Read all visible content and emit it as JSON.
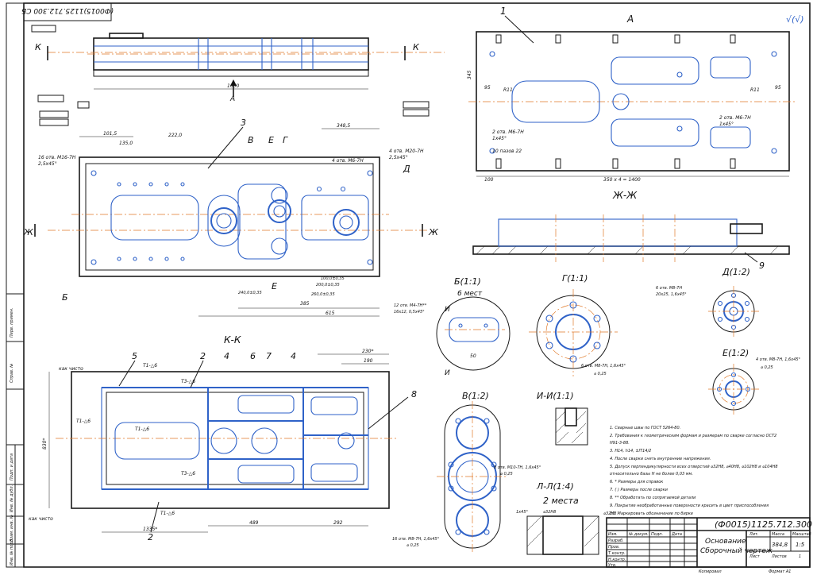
{
  "stamp": {
    "designation": "(Ф0015)1125.712.300 СБ",
    "name_line1": "Основание",
    "name_line2": "Сборочный чертеж",
    "mass": "384,8",
    "scale": "1:5",
    "sheet_label": "Лист",
    "sheets_label": "Листов",
    "sheet_count": "1",
    "mass_label": "Масса",
    "scale_label": "Масштаб",
    "lit_label": "Лит.",
    "rows": [
      "Изм.",
      "Лист",
      "№ докум.",
      "Подп.",
      "Дата"
    ],
    "roles": [
      "Разраб.",
      "Пров.",
      "Т.контр.",
      "Н.контр.",
      "Утв."
    ],
    "kopiroval": "Копировал",
    "format": "Формат   A1"
  },
  "top_left_designation": "(Ф0015)1125.712.300 СБ",
  "roughness_mark": "√(√)",
  "views": {
    "A": "A",
    "KK": "К-К",
    "ZhZh": "Ж-Ж",
    "B": "Б(1:1)",
    "B_sub": "6 мест",
    "G": "Г(1:1)",
    "D": "Д(1:2)",
    "E": "Е(1:2)",
    "V": "В(1:2)",
    "II": "И-И(1:1)",
    "LL": "Л-Л(1:4)",
    "LL_sub": "2 места"
  },
  "positions": [
    "1",
    "2",
    "3",
    "4",
    "5",
    "6",
    "7",
    "8",
    "9"
  ],
  "top_dims": {
    "d1600": "1600",
    "d345": "345",
    "d95": "95",
    "d100": "100",
    "d350x4": "350 х 4 = 1400",
    "holes_top": "2 отв. М6-7Н",
    "chamfer_top": "1х45°",
    "slots": "10 пазов 22",
    "r11": "R11"
  },
  "plan_dims": {
    "d3485": "348,5",
    "d1015": "101,5",
    "d1352": "135,0",
    "d2220": "222,0",
    "holes16": "16 отв. М16-7Н",
    "ch25": "2,5х45°",
    "holes4": "4 отв. М20-7Н",
    "ch25b": "2,5х45°",
    "holesM6": "4 отв. М6-7Н",
    "d385": "385",
    "d615": "615",
    "d240": "240,0±0,35",
    "d260": "260,0±0,35",
    "d200": "200,0±0,35",
    "d100": "100,0±0,35"
  },
  "kk_dims": {
    "d1335": "1335*",
    "d489": "489",
    "d292": "292",
    "d230": "230*",
    "d190": "190",
    "d830": "830*",
    "weld_t1": "Т1-△6",
    "weld_t3": "Т3-△6",
    "kak_chisto": "как чисто"
  },
  "notes": [
    "1. Сварные швы по ГОСТ 5264-80.",
    "2. Требования к геометрическим формам и размерам по сварке согласно ОСТ2",
    "   Н91-3-88.",
    "3. Н14, h14, ±IT14/2",
    "4. После сварки снять внутренние напряжения.",
    "5. Допуск перпендикулярности всех отверстий ⌀32Н8, ⌀40Н8, ⌀102Н8 и ⌀104Н8",
    "   относительно базы Н не более 0,03 мм.",
    "6. * Размеры для справок",
    "7. ( ) Размеры после сварки",
    "8. ** Обработать по сопрягаемой детали",
    "9. Покрытие необработанные поверхности красить в цвет приспособления",
    "10. Маркировать обозначение по бирке"
  ],
  "side_strip": [
    "Перв. примен.",
    "Справ. №",
    "Подп. и дата",
    "Инв. № дубл.",
    "Взам. инв. №",
    "Подп. и дата",
    "Инв. № подл."
  ],
  "detail_labels": {
    "g_holes": "6 отв. М8-7Н, 1,6х45°",
    "g_tol": "⌀ 0,25",
    "d_holes": "6 отв. М8-7Н",
    "d_holes2": "20х25, 1,6х45°",
    "e_holes": "4 отв. М8-7Н, 1,6х45°",
    "e_tol": "⌀ 0,25",
    "v_holes": "8 отв. М10-7Н, 1,6х45°",
    "v_holes2": "16 отв. М8-7Н, 1,6х45°",
    "v_tol": "⌀ 0,25",
    "b_holes": "12 отв. М4-7Н**",
    "b_holes2": "16х12, 0,5х45°",
    "b_d50": "50",
    "ll_32": "⌀32Н8",
    "ll_ch": "1х45°"
  }
}
